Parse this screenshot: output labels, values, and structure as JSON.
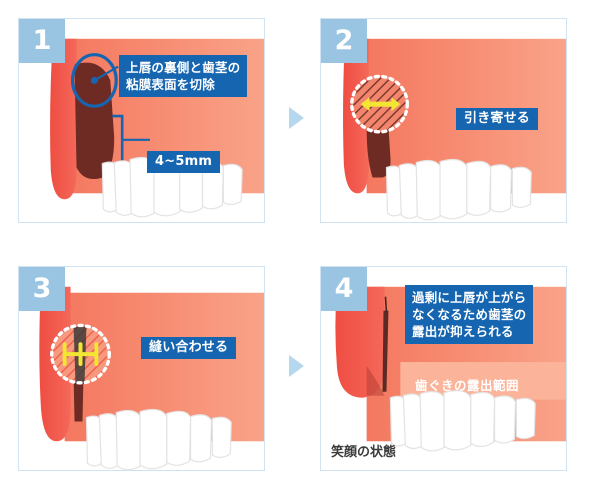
{
  "diagram": {
    "title_caption": "笑顔の状態",
    "accent_blue": "#1565b0",
    "badge_blue": "#9ac5e2",
    "lip_red": "#f05245",
    "gum_salmon": "#f58e6f",
    "mucosa_brown": "#6e2b24",
    "arrow_yellow": "#f2e534",
    "tooth_white": "#ffffff",
    "flow_arrow_color": "#b6d8ee"
  },
  "panels": [
    {
      "number": "1",
      "labels": [
        {
          "id": "lbl1",
          "text": "上唇の裏側と歯茎の\n粘膜表面を切除"
        },
        {
          "id": "lbl1mm",
          "text": "4~5mm"
        }
      ],
      "annotations": {
        "incision_marker": "blue-oval-outline",
        "measure_bracket": "4~5mm"
      }
    },
    {
      "number": "2",
      "labels": [
        {
          "id": "lbl2",
          "text": "引き寄せる"
        }
      ],
      "annotations": {
        "zoom_circle": "dashed-hatched-circle",
        "arrow": "yellow-double-arrow-horizontal"
      }
    },
    {
      "number": "3",
      "labels": [
        {
          "id": "lbl3",
          "text": "縫い合わせる"
        }
      ],
      "annotations": {
        "zoom_circle": "dashed-hatched-circle",
        "sutures": "yellow-stitch-marks"
      }
    },
    {
      "number": "4",
      "labels": [
        {
          "id": "lbl4",
          "text": "過剰に上唇が上がら\nなくなるため歯茎の\n露出が抑えられる"
        }
      ],
      "gum_range_text": "歯ぐきの露出範囲",
      "caption": "笑顔の状態"
    }
  ],
  "flow_arrows": [
    {
      "id": "flowA",
      "name": "step-1-to-2"
    },
    {
      "id": "flowB",
      "name": "step-3-to-4"
    }
  ]
}
